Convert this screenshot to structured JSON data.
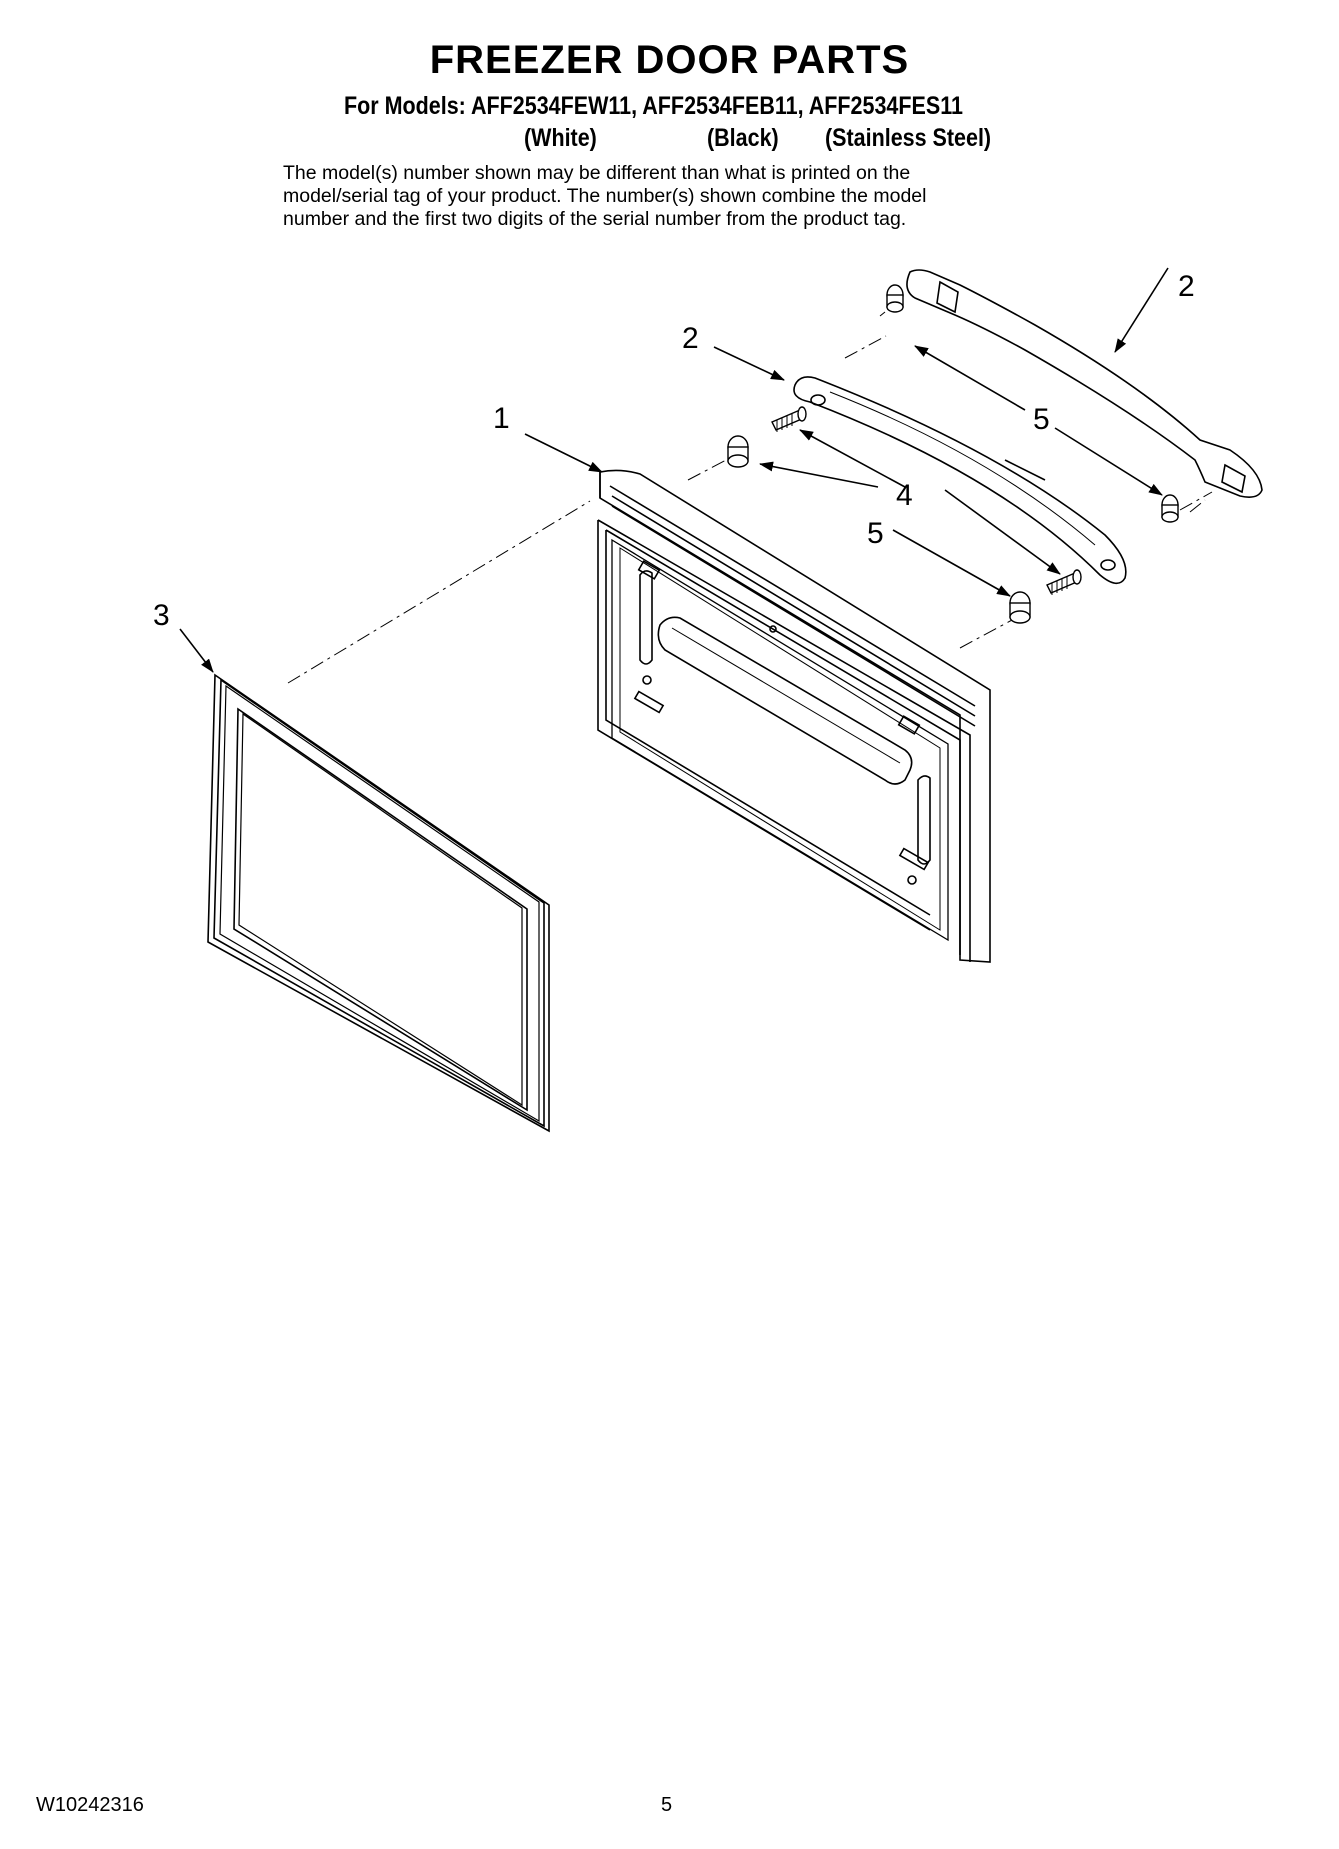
{
  "header": {
    "title": "FREEZER DOOR PARTS",
    "models_line": "For Models: AFF2534FEW11, AFF2534FEB11, AFF2534FES11",
    "variants": [
      "(White)",
      "(Black)",
      "(Stainless Steel)"
    ]
  },
  "note": {
    "lines": [
      "The model(s) number shown may be different than what is printed on the",
      "model/serial tag of your product. The number(s) shown combine the model",
      "number and the first two digits of the serial number from the product tag."
    ]
  },
  "callouts": {
    "door": "1",
    "handle_upper": "2",
    "handle_lower": "2",
    "gasket": "3",
    "screw": "4",
    "cap_upper": "5",
    "cap_lower": "5"
  },
  "footer": {
    "doc_code": "W10242316",
    "page_number": "5"
  }
}
